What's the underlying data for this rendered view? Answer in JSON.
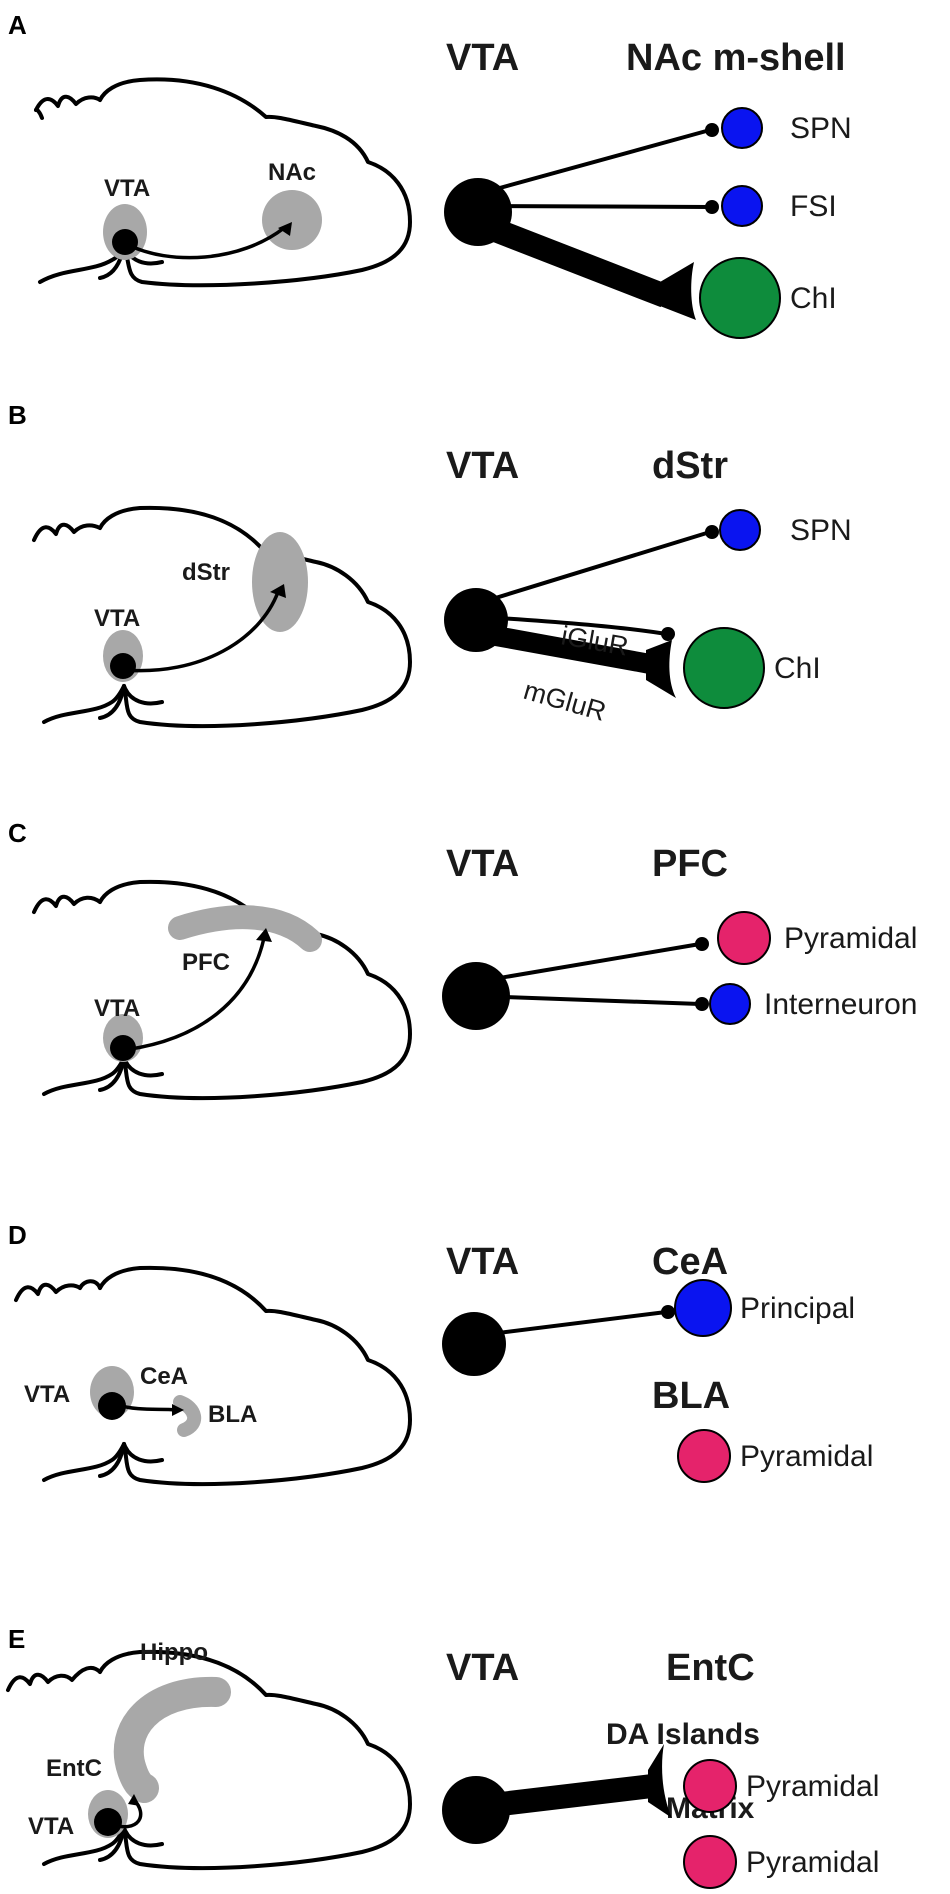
{
  "colors": {
    "spn_blue": "#0a14f0",
    "chi_green": "#0e8c3c",
    "pyramidal_pink": "#e5236b",
    "region_gray": "#a8a8a8"
  },
  "panels": [
    {
      "letter": "A",
      "brain_labels": [
        "VTA",
        "NAc"
      ],
      "source": "VTA",
      "target": "NAc m-shell",
      "cells": [
        "SPN",
        "FSI",
        "ChI"
      ]
    },
    {
      "letter": "B",
      "brain_labels": [
        "dStr",
        "VTA"
      ],
      "source": "VTA",
      "target": "dStr",
      "cells": [
        "SPN",
        "ChI"
      ],
      "receptors": [
        "iGluR",
        "mGluR"
      ]
    },
    {
      "letter": "C",
      "brain_labels": [
        "PFC",
        "VTA"
      ],
      "source": "VTA",
      "target": "PFC",
      "cells": [
        "Pyramidal",
        "Interneuron"
      ]
    },
    {
      "letter": "D",
      "brain_labels": [
        "VTA",
        "CeA",
        "BLA"
      ],
      "source": "VTA",
      "target": "CeA",
      "target2": "BLA",
      "cells": [
        "Principal",
        "Pyramidal"
      ]
    },
    {
      "letter": "E",
      "brain_labels": [
        "Hippo",
        "EntC",
        "VTA"
      ],
      "source": "VTA",
      "target": "EntC",
      "sub_targets": [
        "DA Islands",
        "Matrix"
      ],
      "cells": [
        "Pyramidal",
        "Pyramidal"
      ]
    }
  ]
}
